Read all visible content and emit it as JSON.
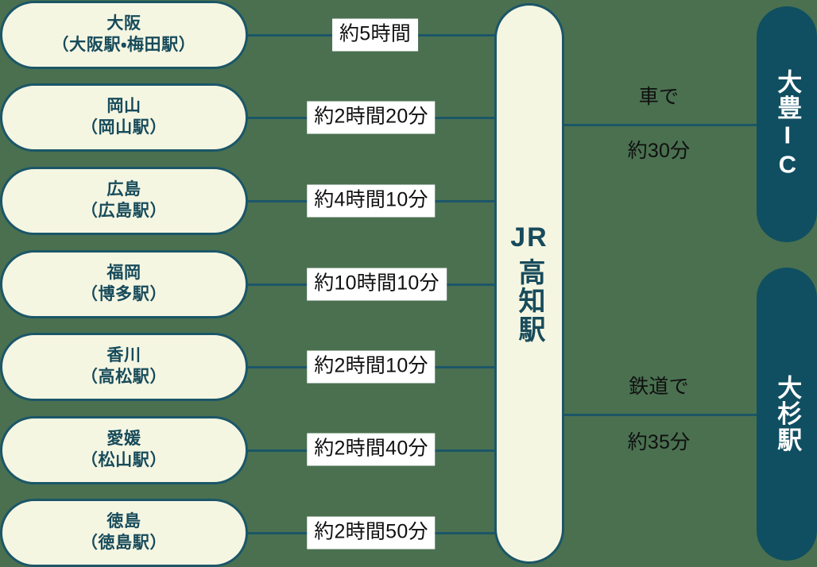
{
  "theme": {
    "background": "#4a7050",
    "pill_fill": "#f5f6e2",
    "pill_border": "#1b5668",
    "pill_text": "#174b5b",
    "dest_fill": "#0f4f61",
    "dest_text": "#ffffff",
    "chip_fill": "#ffffff",
    "chip_text": "#101010",
    "line": "#1b5668"
  },
  "hub": {
    "label_latin": "JR",
    "label_vertical": "高知駅"
  },
  "origins": [
    {
      "prefecture": "大阪",
      "station": "（大阪駅・梅田駅）",
      "duration": "約5時間"
    },
    {
      "prefecture": "岡山",
      "station": "（岡山駅）",
      "duration": "約2時間20分"
    },
    {
      "prefecture": "広島",
      "station": "（広島駅）",
      "duration": "約4時間10分"
    },
    {
      "prefecture": "福岡",
      "station": "（博多駅）",
      "duration": "約10時間10分"
    },
    {
      "prefecture": "香川",
      "station": "（高松駅）",
      "duration": "約2時間10分"
    },
    {
      "prefecture": "愛媛",
      "station": "（松山駅）",
      "duration": "約2時間40分"
    },
    {
      "prefecture": "徳島",
      "station": "（徳島駅）",
      "duration": "約2時間50分"
    }
  ],
  "destinations": [
    {
      "name": "大豊IC",
      "mode": "車で",
      "duration": "約30分"
    },
    {
      "name": "大杉駅",
      "mode": "鉄道で",
      "duration": "約35分"
    }
  ]
}
